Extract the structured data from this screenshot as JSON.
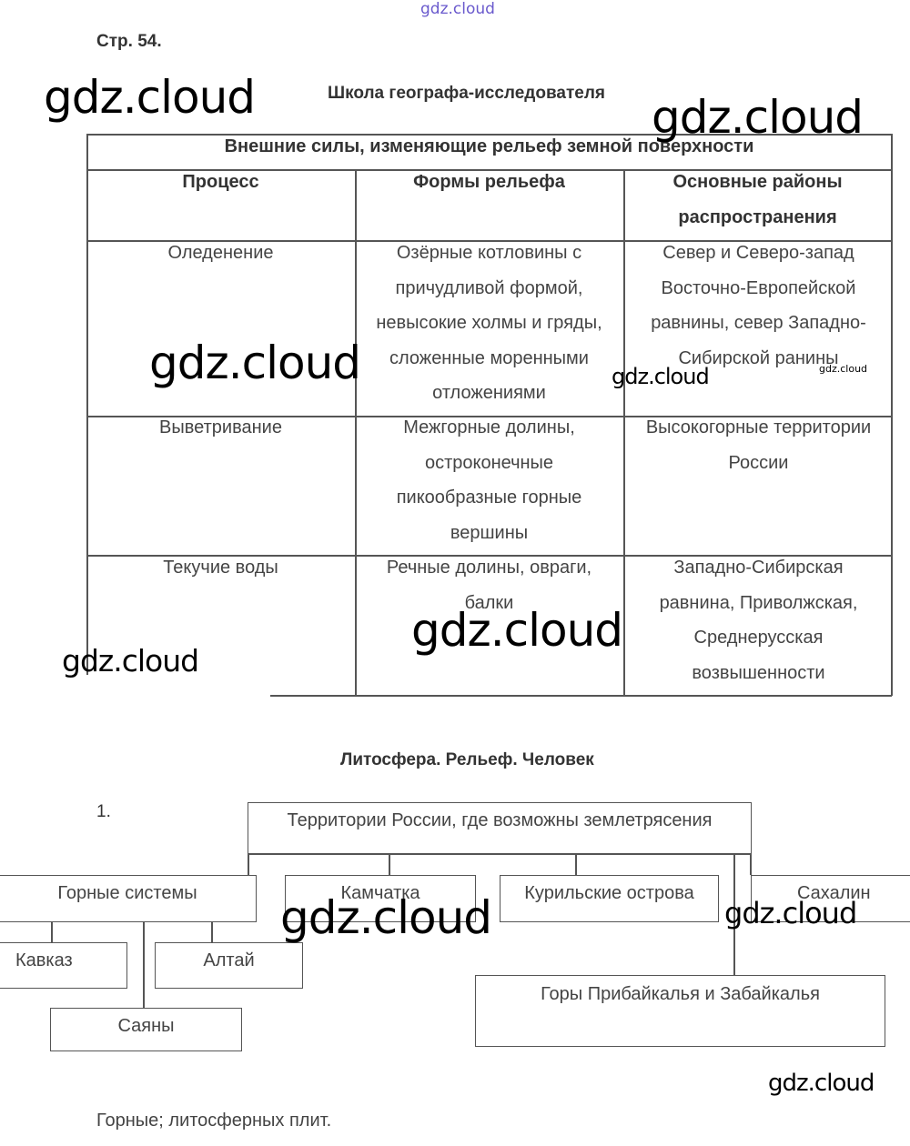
{
  "page_label": "Стр. 54.",
  "section1_title": "Школа географа-исследователя",
  "table": {
    "caption": "Внешние силы, изменяющие рельеф земной поверхности",
    "headers": [
      "Процесс",
      "Формы рельефа",
      "Основные районы распространения"
    ],
    "rows": [
      [
        "Оледенение",
        "Озёрные котловины с причудливой формой, невысокие холмы и гряды, сложенные моренными отложениями",
        "Север и Северо-запад Восточно-Европейской равнины, север Западно-Сибирской ранины"
      ],
      [
        "Выветривание",
        "Межгорные долины, остроконечные пикообразные горные вершины",
        "Высокогорные территории России"
      ],
      [
        "Текучие воды",
        "Речные долины, овраги, балки",
        "Западно-Сибирская равнина, Приволжская, Среднерусская возвышенности"
      ]
    ]
  },
  "section2_title": "Литосфера. Рельеф. Человек",
  "task_number": "1.",
  "diagram": {
    "root": "Территории России, где возможны землетрясения",
    "mountains": "Горные системы",
    "kamchatka": "Камчатка",
    "kurils": "Курильские острова",
    "sakhalin": "Сахалин",
    "baikal": "Горы Прибайкалья и Забайкалья",
    "caucasus": "Кавказ",
    "altai": "Алтай",
    "sayany": "Саяны"
  },
  "answer": "Горные; литосферных плит.",
  "watermark": "gdz.cloud"
}
